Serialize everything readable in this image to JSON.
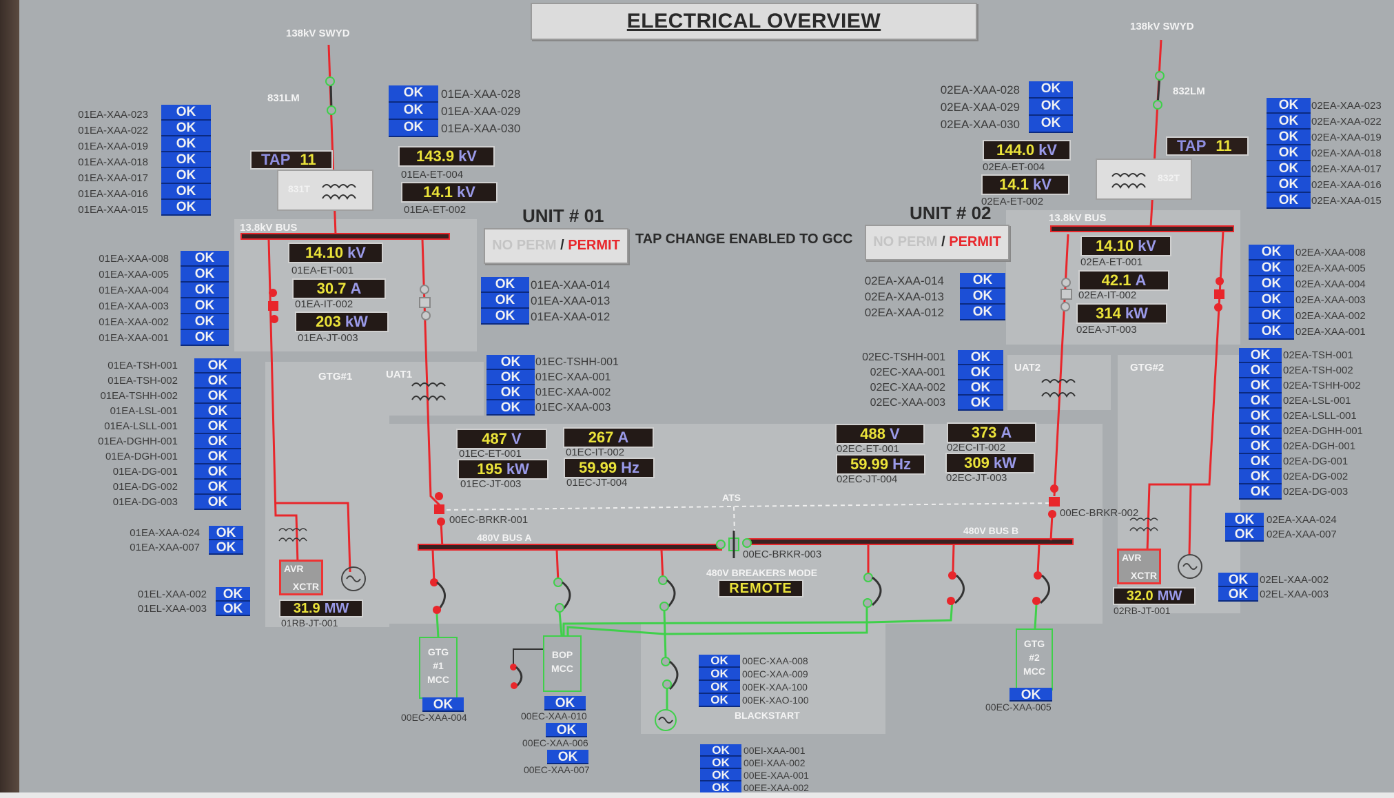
{
  "header": {
    "title": "ELECTRICAL OVERVIEW"
  },
  "colors": {
    "ok_blue": "#1c4fd6",
    "energized_red": "#e8262b",
    "deenergized_green": "#3fd04a",
    "value_yellow": "#ebe33a",
    "unit_purple": "#9a9ae8",
    "background_gray": "#a9adb0"
  },
  "controls": {
    "tap_change_text": "TAP CHANGE ENABLED TO GCC",
    "unit1": {
      "title": "UNIT # 01",
      "no_perm": "NO PERM",
      "slash": "/",
      "permit": "PERMIT"
    },
    "unit2": {
      "title": "UNIT # 02",
      "no_perm": "NO PERM",
      "slash": "/",
      "permit": "PERMIT"
    },
    "breakers_mode_label": "480V BREAKERS MODE",
    "breakers_mode_value": "REMOTE"
  },
  "unit1": {
    "swyd_label": "138kV SWYD",
    "lm_label": "831LM",
    "xfmr_label": "831T",
    "tap": {
      "label": "TAP",
      "value": "11"
    },
    "bus_label": "13.8kV BUS",
    "gtg_label": "GTG#1",
    "uat_label": "UAT1",
    "alarms_left_top": {
      "tags": [
        "01EA-XAA-023",
        "01EA-XAA-022",
        "01EA-XAA-019",
        "01EA-XAA-018",
        "01EA-XAA-017",
        "01EA-XAA-016",
        "01EA-XAA-015"
      ],
      "status": [
        "OK",
        "OK",
        "OK",
        "OK",
        "OK",
        "OK",
        "OK"
      ]
    },
    "alarms_left_mid": {
      "tags": [
        "01EA-XAA-008",
        "01EA-XAA-005",
        "01EA-XAA-004",
        "01EA-XAA-003",
        "01EA-XAA-002",
        "01EA-XAA-001"
      ],
      "status": [
        "OK",
        "OK",
        "OK",
        "OK",
        "OK",
        "OK"
      ]
    },
    "alarms_left_gen": {
      "tags": [
        "01EA-TSH-001",
        "01EA-TSH-002",
        "01EA-TSHH-002",
        "01EA-LSL-001",
        "01EA-LSLL-001",
        "01EA-DGHH-001",
        "01EA-DGH-001",
        "01EA-DG-001",
        "01EA-DG-002",
        "01EA-DG-003"
      ],
      "status": [
        "OK",
        "OK",
        "OK",
        "OK",
        "OK",
        "OK",
        "OK",
        "OK",
        "OK",
        "OK"
      ]
    },
    "alarms_left_exc": {
      "tags": [
        "01EA-XAA-024",
        "01EA-XAA-007"
      ],
      "status": [
        "OK",
        "OK"
      ]
    },
    "alarms_left_el": {
      "tags": [
        "01EL-XAA-002",
        "01EL-XAA-003"
      ],
      "status": [
        "OK",
        "OK"
      ]
    },
    "alarms_top": {
      "tags": [
        "01EA-XAA-028",
        "01EA-XAA-029",
        "01EA-XAA-030"
      ],
      "status": [
        "OK",
        "OK",
        "OK"
      ]
    },
    "alarms_mid": {
      "tags": [
        "01EA-XAA-014",
        "01EA-XAA-013",
        "01EA-XAA-012"
      ],
      "status": [
        "OK",
        "OK",
        "OK"
      ]
    },
    "alarms_uat": {
      "tags": [
        "01EC-TSHH-001",
        "01EC-XAA-001",
        "01EC-XAA-002",
        "01EC-XAA-003"
      ],
      "status": [
        "OK",
        "OK",
        "OK",
        "OK"
      ]
    },
    "meters": {
      "hv_kv": {
        "value": "143.9",
        "unit": "kV",
        "tag": "01EA-ET-004"
      },
      "lv_kv": {
        "value": "14.1",
        "unit": "kV",
        "tag": "01EA-ET-002"
      },
      "bus_kv": {
        "value": "14.10",
        "unit": "kV",
        "tag": "01EA-ET-001"
      },
      "bus_a": {
        "value": "30.7",
        "unit": "A",
        "tag": "01EA-IT-002"
      },
      "bus_kw": {
        "value": "203",
        "unit": "kW",
        "tag": "01EA-JT-003"
      },
      "ec_v": {
        "value": "487",
        "unit": "V",
        "tag": "01EC-ET-001"
      },
      "ec_a": {
        "value": "267",
        "unit": "A",
        "tag": "01EC-IT-002"
      },
      "ec_kw": {
        "value": "195",
        "unit": "kW",
        "tag": "01EC-JT-003"
      },
      "ec_hz": {
        "value": "59.99",
        "unit": "Hz",
        "tag": "01EC-JT-004"
      },
      "gen_mw": {
        "value": "31.9",
        "unit": "MW",
        "tag": "01RB-JT-001"
      }
    },
    "avr": {
      "top": "AVR",
      "bottom": "XCTR"
    }
  },
  "unit2": {
    "swyd_label": "138kV SWYD",
    "lm_label": "832LM",
    "xfmr_label": "832T",
    "tap": {
      "label": "TAP",
      "value": "11"
    },
    "bus_label": "13.8kV BUS",
    "gtg_label": "GTG#2",
    "uat_label": "UAT2",
    "alarms_right_top": {
      "tags": [
        "02EA-XAA-023",
        "02EA-XAA-022",
        "02EA-XAA-019",
        "02EA-XAA-018",
        "02EA-XAA-017",
        "02EA-XAA-016",
        "02EA-XAA-015"
      ],
      "status": [
        "OK",
        "OK",
        "OK",
        "OK",
        "OK",
        "OK",
        "OK"
      ]
    },
    "alarms_right_mid": {
      "tags": [
        "02EA-XAA-008",
        "02EA-XAA-005",
        "02EA-XAA-004",
        "02EA-XAA-003",
        "02EA-XAA-002",
        "02EA-XAA-001"
      ],
      "status": [
        "OK",
        "OK",
        "OK",
        "OK",
        "OK",
        "OK"
      ]
    },
    "alarms_right_gen": {
      "tags": [
        "02EA-TSH-001",
        "02EA-TSH-002",
        "02EA-TSHH-002",
        "02EA-LSL-001",
        "02EA-LSLL-001",
        "02EA-DGHH-001",
        "02EA-DGH-001",
        "02EA-DG-001",
        "02EA-DG-002",
        "02EA-DG-003"
      ],
      "status": [
        "OK",
        "OK",
        "OK",
        "OK",
        "OK",
        "OK",
        "OK",
        "OK",
        "OK",
        "OK"
      ]
    },
    "alarms_right_exc": {
      "tags": [
        "02EA-XAA-024",
        "02EA-XAA-007"
      ],
      "status": [
        "OK",
        "OK"
      ]
    },
    "alarms_right_el": {
      "tags": [
        "02EL-XAA-002",
        "02EL-XAA-003"
      ],
      "status": [
        "OK",
        "OK"
      ]
    },
    "alarms_top": {
      "tags": [
        "02EA-XAA-028",
        "02EA-XAA-029",
        "02EA-XAA-030"
      ],
      "status": [
        "OK",
        "OK",
        "OK"
      ]
    },
    "alarms_mid": {
      "tags": [
        "02EA-XAA-014",
        "02EA-XAA-013",
        "02EA-XAA-012"
      ],
      "status": [
        "OK",
        "OK",
        "OK"
      ]
    },
    "alarms_uat": {
      "tags": [
        "02EC-TSHH-001",
        "02EC-XAA-001",
        "02EC-XAA-002",
        "02EC-XAA-003"
      ],
      "status": [
        "OK",
        "OK",
        "OK",
        "OK"
      ]
    },
    "meters": {
      "hv_kv": {
        "value": "144.0",
        "unit": "kV",
        "tag": "02EA-ET-004"
      },
      "lv_kv": {
        "value": "14.1",
        "unit": "kV",
        "tag": "02EA-ET-002"
      },
      "bus_kv": {
        "value": "14.10",
        "unit": "kV",
        "tag": "02EA-ET-001"
      },
      "bus_a": {
        "value": "42.1",
        "unit": "A",
        "tag": "02EA-IT-002"
      },
      "bus_kw": {
        "value": "314",
        "unit": "kW",
        "tag": "02EA-JT-003"
      },
      "ec_v": {
        "value": "488",
        "unit": "V",
        "tag": "02EC-ET-001"
      },
      "ec_a": {
        "value": "373",
        "unit": "A",
        "tag": "02EC-IT-002"
      },
      "ec_hz": {
        "value": "59.99",
        "unit": "Hz",
        "tag": "02EC-JT-004"
      },
      "ec_kw": {
        "value": "309",
        "unit": "kW",
        "tag": "02EC-JT-003"
      },
      "gen_mw": {
        "value": "32.0",
        "unit": "MW",
        "tag": "02RB-JT-001"
      }
    },
    "avr": {
      "top": "AVR",
      "bottom": "XCTR"
    }
  },
  "common": {
    "bus_a_label": "480V BUS A",
    "bus_b_label": "480V BUS B",
    "ats_label": "ATS",
    "brkr1": "00EC-BRKR-001",
    "brkr2": "00EC-BRKR-002",
    "brkr3": "00EC-BRKR-003",
    "gtg1_mcc": {
      "line1": "GTG",
      "line2": "#1",
      "line3": "MCC",
      "status": "OK",
      "tag": "00EC-XAA-004"
    },
    "gtg2_mcc": {
      "line1": "GTG",
      "line2": "#2",
      "line3": "MCC",
      "status": "OK",
      "tag": "00EC-XAA-005"
    },
    "bop_mcc": {
      "line1": "BOP",
      "line2": "MCC",
      "alarms": [
        {
          "status": "OK",
          "tag": "00EC-XAA-010"
        },
        {
          "status": "OK",
          "tag": "00EC-XAA-006"
        },
        {
          "status": "OK",
          "tag": "00EC-XAA-007"
        }
      ]
    },
    "blackstart": {
      "label": "BLACKSTART",
      "tags": [
        "00EC-XAA-008",
        "00EC-XAA-009",
        "00EK-XAA-100",
        "00EK-XAO-100"
      ],
      "status": [
        "OK",
        "OK",
        "OK",
        "OK"
      ]
    },
    "bottom_alarms": {
      "tags": [
        "00EI-XAA-001",
        "00EI-XAA-002",
        "00EE-XAA-001",
        "00EE-XAA-002"
      ],
      "status": [
        "OK",
        "OK",
        "OK",
        "OK"
      ]
    }
  }
}
